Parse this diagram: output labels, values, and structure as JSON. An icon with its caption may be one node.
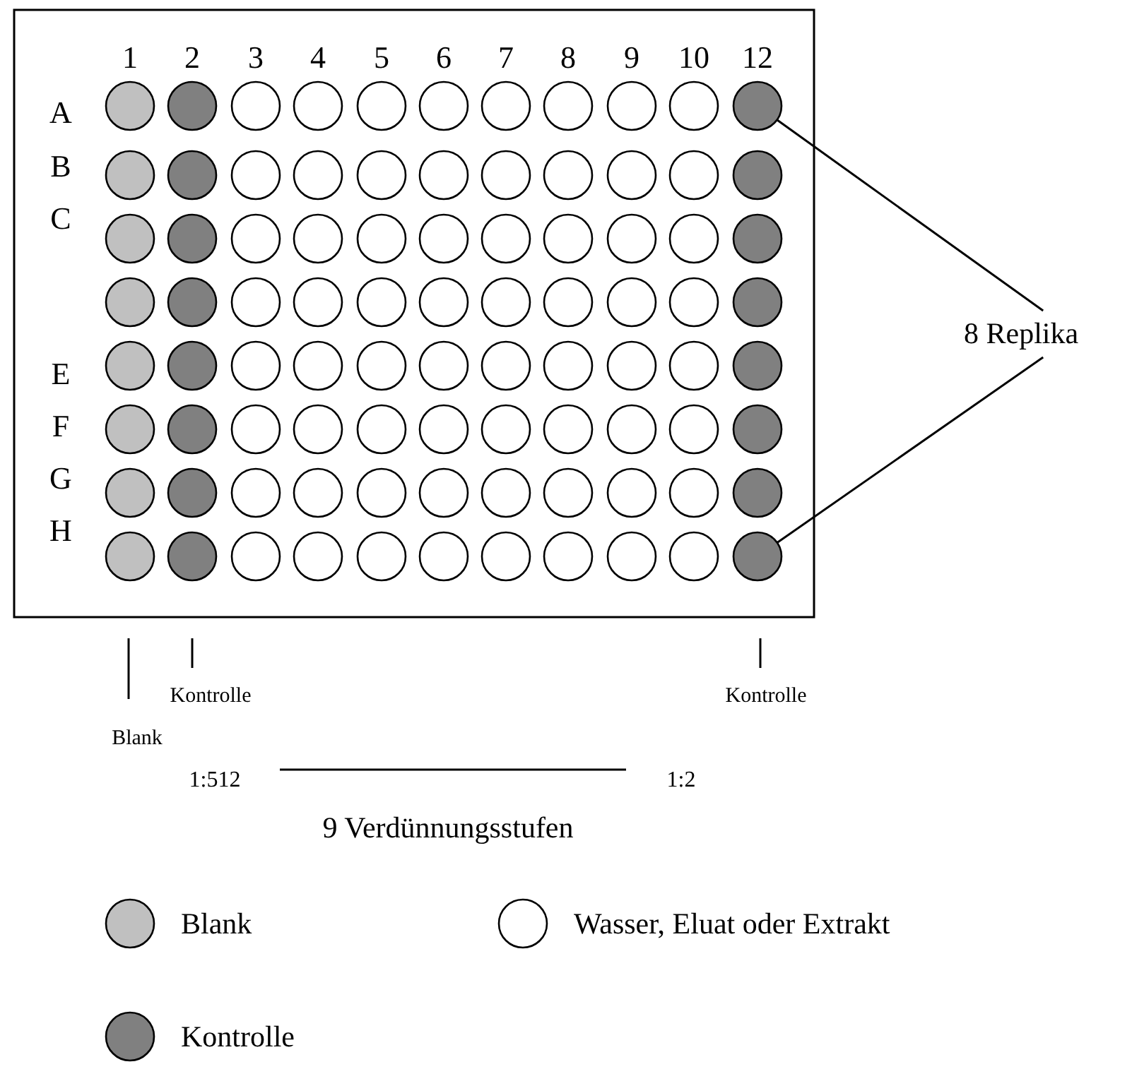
{
  "diagram": {
    "nodes": [
      {
        "text": [],
        "shape": "circle"
      },
      {
        "text": [],
        "shape": "circle"
      },
      {
        "text": [],
        "shape": "circle"
      },
      {
        "text": [],
        "shape": "circle"
      },
      {
        "text": [],
        "shape": "circle"
      },
      {
        "text": [],
        "shape": "circle"
      },
      {
        "text": [],
        "shape": "circle"
      },
      {
        "text": [],
        "shape": "circle"
      },
      {
        "text": [],
        "shape": "circle"
      },
      {
        "text": [],
        "shape": "circle"
      },
      {
        "text": [],
        "shape": "circle"
      },
      {
        "text": [],
        "shape": "circle"
      },
      {
        "text": [],
        "shape": "circle"
      },
      {
        "text": [],
        "shape": "circle"
      },
      {
        "text": [],
        "shape": "circle"
      },
      {
        "text": [],
        "shape": "circle"
      },
      {
        "text": [],
        "shape": "circle"
      },
      {
        "text": [],
        "shape": "circle"
      },
      {
        "text": [],
        "shape": "circle"
      },
      {
        "text": [],
        "shape": "circle"
      },
      {
        "text": [],
        "shape": "circle"
      },
      {
        "text": [],
        "shape": "circle"
      },
      {
        "text": [],
        "shape": "circle"
      },
      {
        "text": [],
        "shape": "circle"
      },
      {
        "text": [],
        "shape": "circle"
      },
      {
        "text": [],
        "shape": "circle"
      },
      {
        "text": [],
        "shape": "circle"
      },
      {
        "text": [],
        "shape": "circle"
      },
      {
        "text": [],
        "shape": "circle"
      },
      {
        "text": [],
        "shape": "circle"
      },
      {
        "text": [],
        "shape": "circle"
      },
      {
        "text": [],
        "shape": "circle"
      },
      {
        "text": [],
        "shape": "circle"
      },
      {
        "text": [],
        "shape": "circle"
      },
      {
        "text": [],
        "shape": "circle"
      },
      {
        "text": [],
        "shape": "circle"
      },
      {
        "text": [],
        "shape": "circle"
      },
      {
        "text": [],
        "shape": "circle"
      },
      {
        "text": [],
        "shape": "circle"
      },
      {
        "text": [],
        "shape": "circle"
      },
      {
        "text": [],
        "shape": "circle"
      },
      {
        "text": [],
        "shape": "circle"
      },
      {
        "text": [],
        "shape": "circle"
      },
      {
        "text": [],
        "shape": "circle"
      },
      {
        "text": [],
        "shape": "circle"
      },
      {
        "text": [],
        "shape": "circle"
      },
      {
        "text": [],
        "shape": "circle"
      },
      {
        "text": [],
        "shape": "circle"
      },
      {
        "text": [],
        "shape": "circle"
      },
      {
        "text": [],
        "shape": "circle"
      },
      {
        "text": [],
        "shape": "circle"
      },
      {
        "text": [],
        "shape": "circle"
      },
      {
        "text": [],
        "shape": "circle"
      },
      {
        "text": [],
        "shape": "circle"
      },
      {
        "text": [],
        "shape": "circle"
      },
      {
        "text": [],
        "shape": "circle"
      },
      {
        "text": [],
        "shape": "circle"
      },
      {
        "text": [],
        "shape": "circle"
      },
      {
        "text": [],
        "shape": "circle"
      },
      {
        "text": [],
        "shape": "circle"
      },
      {
        "text": [],
        "shape": "circle"
      },
      {
        "text": [],
        "shape": "circle"
      },
      {
        "text": [],
        "shape": "circle"
      },
      {
        "text": [],
        "shape": "circle"
      },
      {
        "text": [],
        "shape": "circle"
      },
      {
        "text": [],
        "shape": "circle"
      },
      {
        "text": [],
        "shape": "circle"
      },
      {
        "text": [],
        "shape": "circle"
      },
      {
        "text": [],
        "shape": "circle"
      },
      {
        "text": [],
        "shape": "circle"
      },
      {
        "text": [],
        "shape": "circle"
      },
      {
        "text": [],
        "shape": "circle"
      },
      {
        "text": [],
        "shape": "circle"
      },
      {
        "text": [],
        "shape": "circle"
      },
      {
        "text": [],
        "shape": "circle"
      },
      {
        "text": [],
        "shape": "circle"
      },
      {
        "text": [],
        "shape": "circle"
      },
      {
        "text": [],
        "shape": "circle"
      },
      {
        "text": [],
        "shape": "circle"
      },
      {
        "text": [],
        "shape": "circle"
      },
      {
        "text": [],
        "shape": "circle"
      },
      {
        "text": [],
        "shape": "circle"
      },
      {
        "text": [],
        "shape": "circle"
      },
      {
        "text": [],
        "shape": "circle"
      },
      {
        "text": [],
        "shape": "circle"
      },
      {
        "text": [],
        "shape": "circle"
      },
      {
        "text": [],
        "shape": "circle"
      },
      {
        "text": [],
        "shape": "circle"
      },
      {
        "text": [
          "8 Replika"
        ]
      }
    ],
    "edges": [
      {
        "from": 88,
        "to": 10,
        "arrow": "none"
      },
      {
        "from": 88,
        "to": 87,
        "arrow": "none"
      }
    ],
    "labels": [
      "1",
      "2",
      "3",
      "4",
      "5",
      "6",
      "7",
      "8",
      "9",
      "10",
      "12",
      "A",
      "B",
      "C",
      "E",
      "F",
      "G",
      "H",
      "Kontrolle",
      "Kontrolle",
      "Blank",
      "1:512",
      "1:2",
      "9 Verdünnungsstufen"
    ],
    "legend": [
      {
        "text": "Blank",
        "color": "#c0c0c0"
      },
      {
        "text": "Wasser, Eluat oder Extrakt",
        "color": "#ffffff"
      },
      {
        "text": "Kontrolle",
        "color": "#808080"
      }
    ]
  }
}
